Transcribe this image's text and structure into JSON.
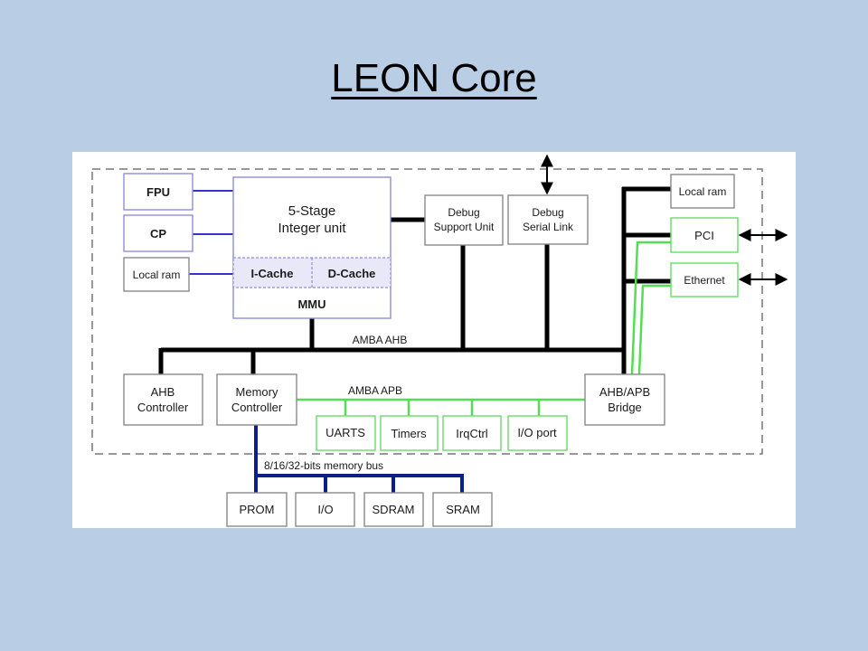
{
  "title": "LEON Core",
  "blocks": {
    "fpu": "FPU",
    "cp": "CP",
    "local_ram_left": "Local ram",
    "integer_unit_line1": "5-Stage",
    "integer_unit_line2": "Integer unit",
    "icache": "I-Cache",
    "dcache": "D-Cache",
    "mmu": "MMU",
    "debug_support_line1": "Debug",
    "debug_support_line2": "Support Unit",
    "debug_serial_line1": "Debug",
    "debug_serial_line2": "Serial Link",
    "local_ram_right": "Local ram",
    "pci": "PCI",
    "ethernet": "Ethernet",
    "ahb_controller_line1": "AHB",
    "ahb_controller_line2": "Controller",
    "memory_controller_line1": "Memory",
    "memory_controller_line2": "Controller",
    "ahb_apb_bridge_line1": "AHB/APB",
    "ahb_apb_bridge_line2": "Bridge",
    "uarts": "UARTS",
    "timers": "Timers",
    "irqctrl": "IrqCtrl",
    "io_port": "I/O  port",
    "prom": "PROM",
    "io": "I/O",
    "sdram": "SDRAM",
    "sram": "SRAM"
  },
  "buses": {
    "amba_ahb": "AMBA AHB",
    "amba_apb": "AMBA APB",
    "memory_bus": "8/16/32-bits  memory bus"
  },
  "colors": {
    "background": "#b9cde4",
    "ahb_bus": "#000000",
    "apb_bus": "#55dd55",
    "memory_bus": "#0a1f8a",
    "cpu_links": "#3333cc"
  }
}
